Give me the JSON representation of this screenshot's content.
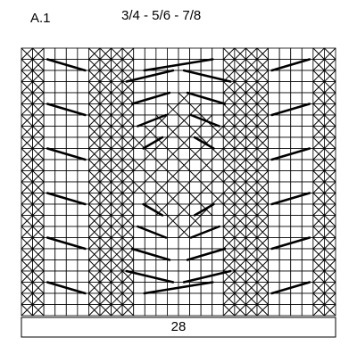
{
  "chart": {
    "label": "A.1",
    "sizes": "3/4 - 5/6 - 7/8",
    "stitch_count": "28",
    "columns": 28,
    "rows": 24
  },
  "symbols": {
    "x_cell": "cross-symbol",
    "diagonal": "cable-line-symbol"
  }
}
